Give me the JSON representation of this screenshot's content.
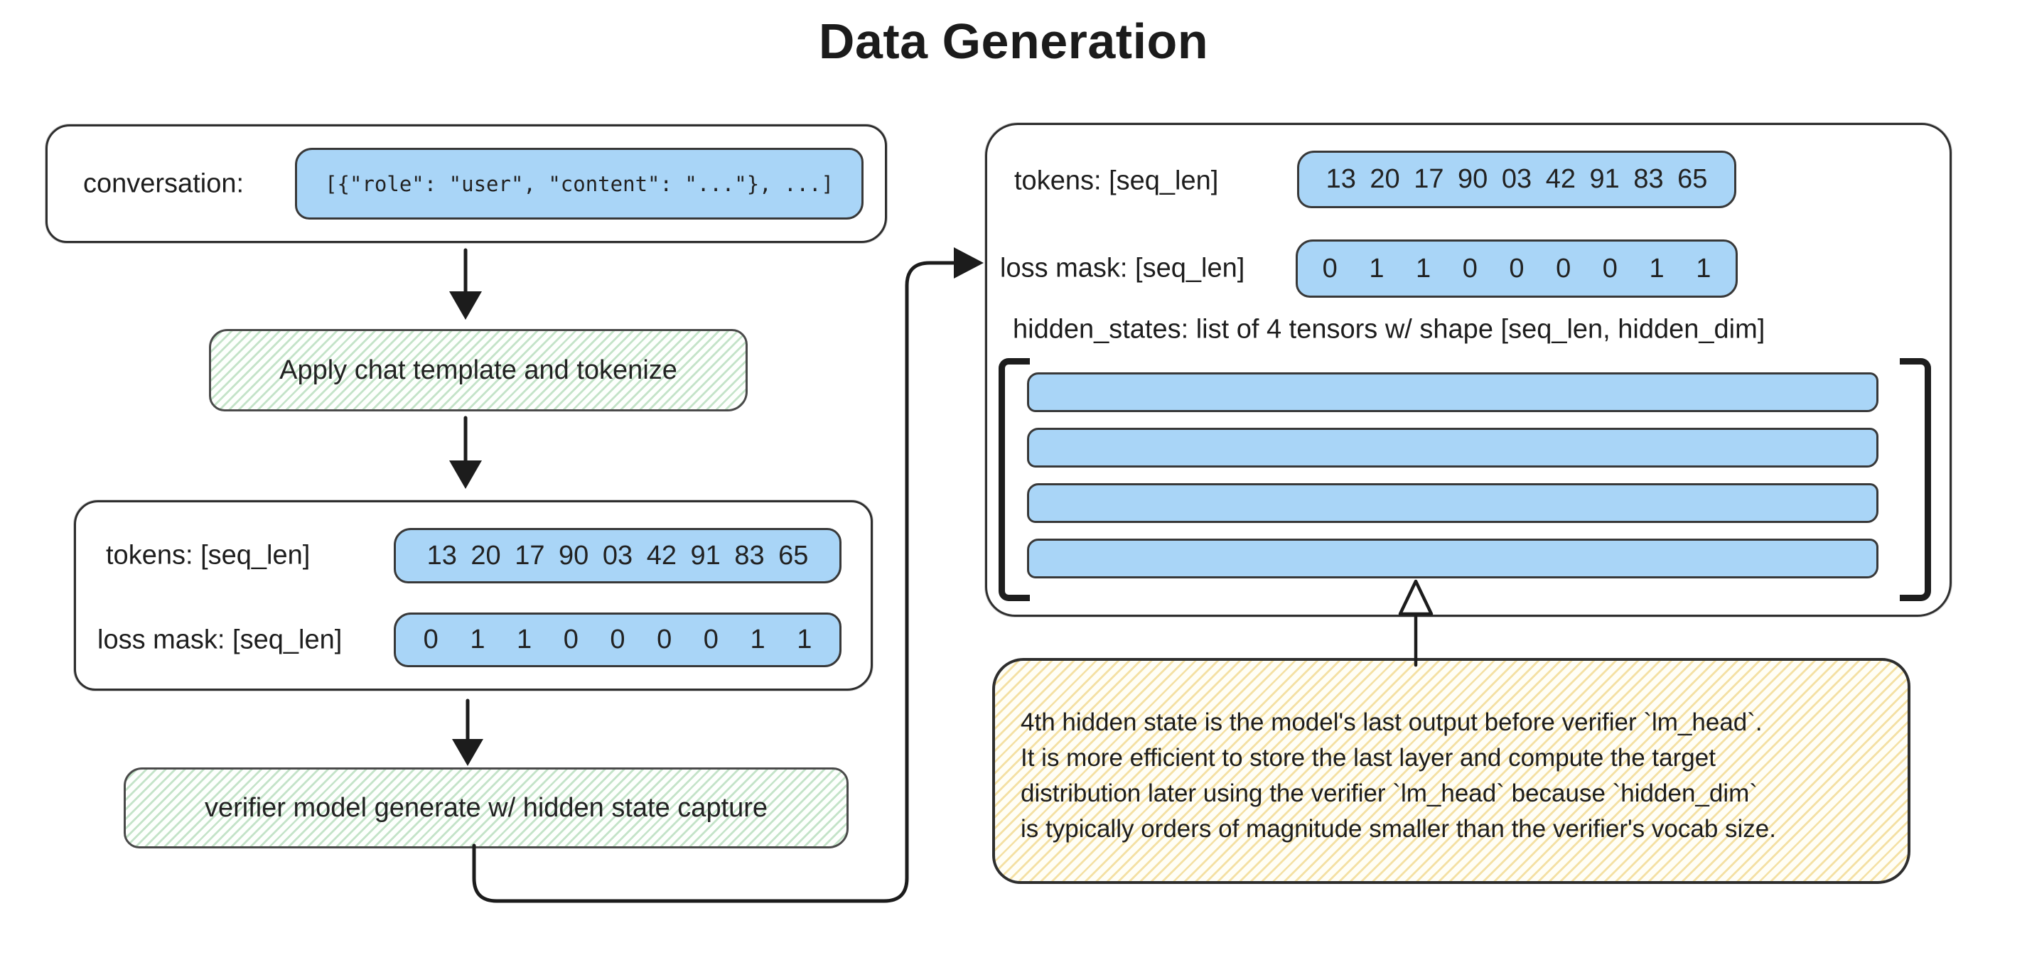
{
  "title": "Data Generation",
  "colors": {
    "ink": "#2e2e2e",
    "blue_fill": "#a9d5f7",
    "green_hatch": "#6eb97a",
    "yellow_hatch": "#ebc85f",
    "background": "#ffffff"
  },
  "left": {
    "conversation": {
      "label": "conversation:",
      "value": "[{\"role\": \"user\", \"content\": \"...\"}, ...]"
    },
    "step1": "Apply chat template and tokenize",
    "tokens": {
      "label": "tokens: [seq_len]",
      "value": "13 20 17 90 03 42 91 83 65"
    },
    "loss_mask": {
      "label": "loss mask: [seq_len]",
      "value": "0 1 1 0 0 0 0 1 1"
    },
    "step2": "verifier model generate w/ hidden state capture"
  },
  "output": {
    "tokens": {
      "label": "tokens: [seq_len]",
      "value": "13 20 17 90 03 42 91 83 65"
    },
    "loss_mask": {
      "label": "loss mask: [seq_len]",
      "value": "0 1 1 0 0 0 0 1 1"
    },
    "hidden_states_label": "hidden_states: list of 4 tensors w/ shape [seq_len, hidden_dim]",
    "hidden_state_count": 4
  },
  "note": {
    "lines": [
      "4th hidden state is the model's last output before verifier `lm_head`.",
      "It is more efficient to store the last layer and compute the target",
      "distribution later using the verifier `lm_head` because `hidden_dim`",
      "is typically orders of magnitude smaller than the verifier's vocab size."
    ]
  }
}
